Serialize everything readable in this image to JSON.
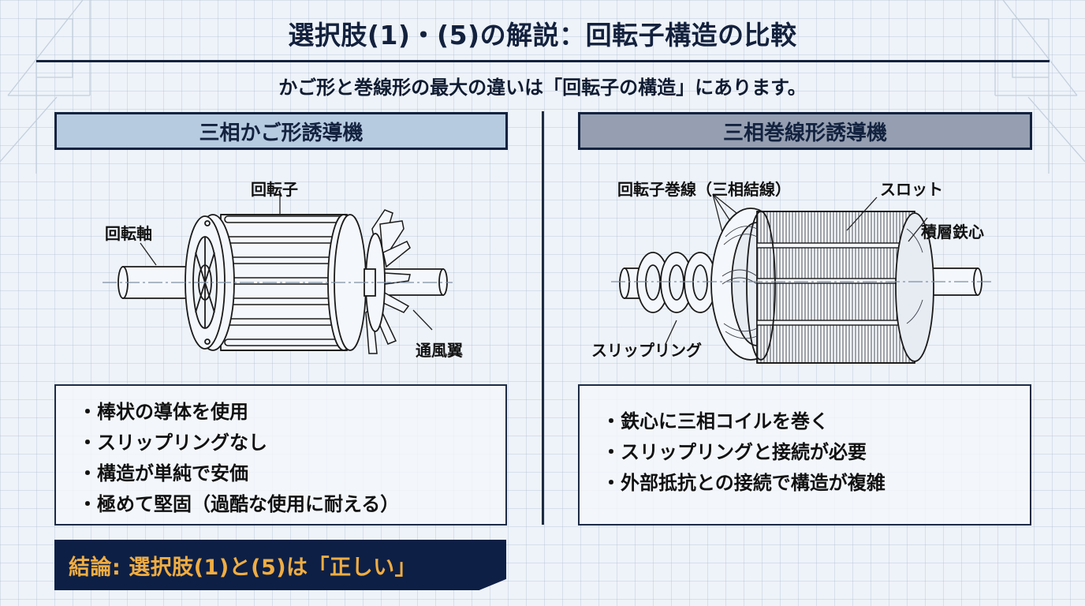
{
  "title": "選択肢(1)・(5)の解説：回転子構造の比較",
  "subtitle": "かご形と巻線形の最大の違いは「回転子の構造」にあります。",
  "left": {
    "header": "三相かご形誘導機",
    "diagram_labels": {
      "rotor": "回転子",
      "shaft": "回転軸",
      "fan": "通風翼"
    },
    "bullets": [
      "棒状の導体を使用",
      "スリップリングなし",
      "構造が単純で安価",
      "極めて堅固（過酷な使用に耐える）"
    ]
  },
  "right": {
    "header": "三相巻線形誘導機",
    "diagram_labels": {
      "winding": "回転子巻線（三相結線）",
      "slot": "スロット",
      "core": "積層鉄心",
      "slip_ring": "スリップリング"
    },
    "bullets": [
      "鉄心に三相コイルを巻く",
      "スリップリングと接続が必要",
      "外部抵抗との接続で構造が複雑"
    ]
  },
  "conclusion": "結論: 選択肢(1)と(5)は「正しい」",
  "colors": {
    "background": "#eef3f9",
    "navy": "#13223f",
    "left_header_bg": "#b6cbe0",
    "right_header_bg": "#959fb1",
    "conclusion_bg": "#0d1f45",
    "conclusion_text": "#f0ad42"
  }
}
